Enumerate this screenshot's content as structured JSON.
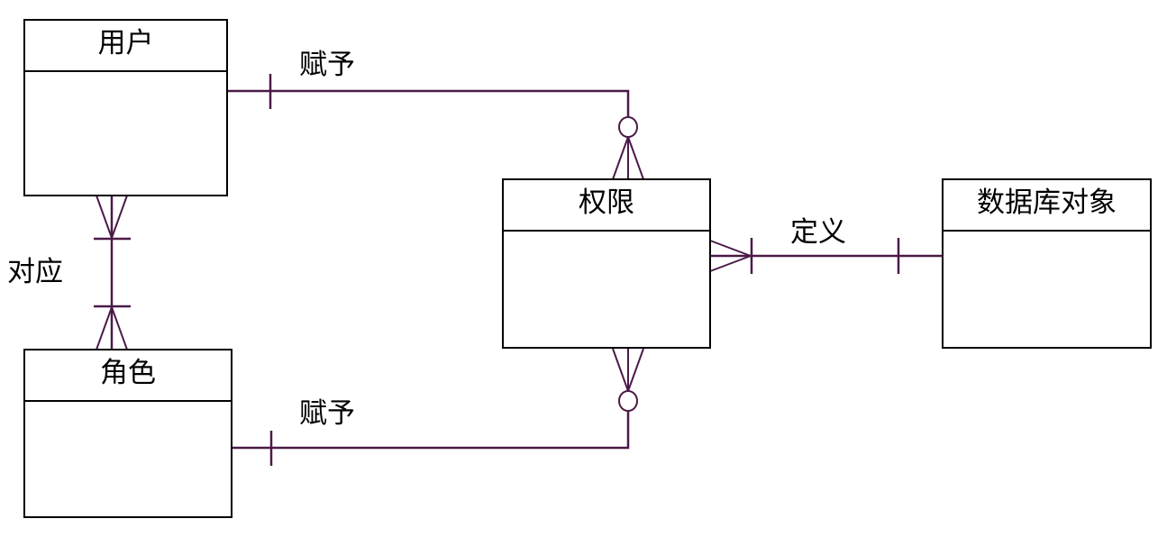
{
  "diagram": {
    "entities": {
      "user": "用户",
      "role": "角色",
      "permission": "权限",
      "db_object": "数据库对象"
    },
    "relationships": {
      "user_role": "对应",
      "user_permission": "赋予",
      "role_permission": "赋予",
      "permission_object": "定义"
    },
    "colors": {
      "line": "#4b1a48",
      "box_border": "#000000"
    }
  }
}
